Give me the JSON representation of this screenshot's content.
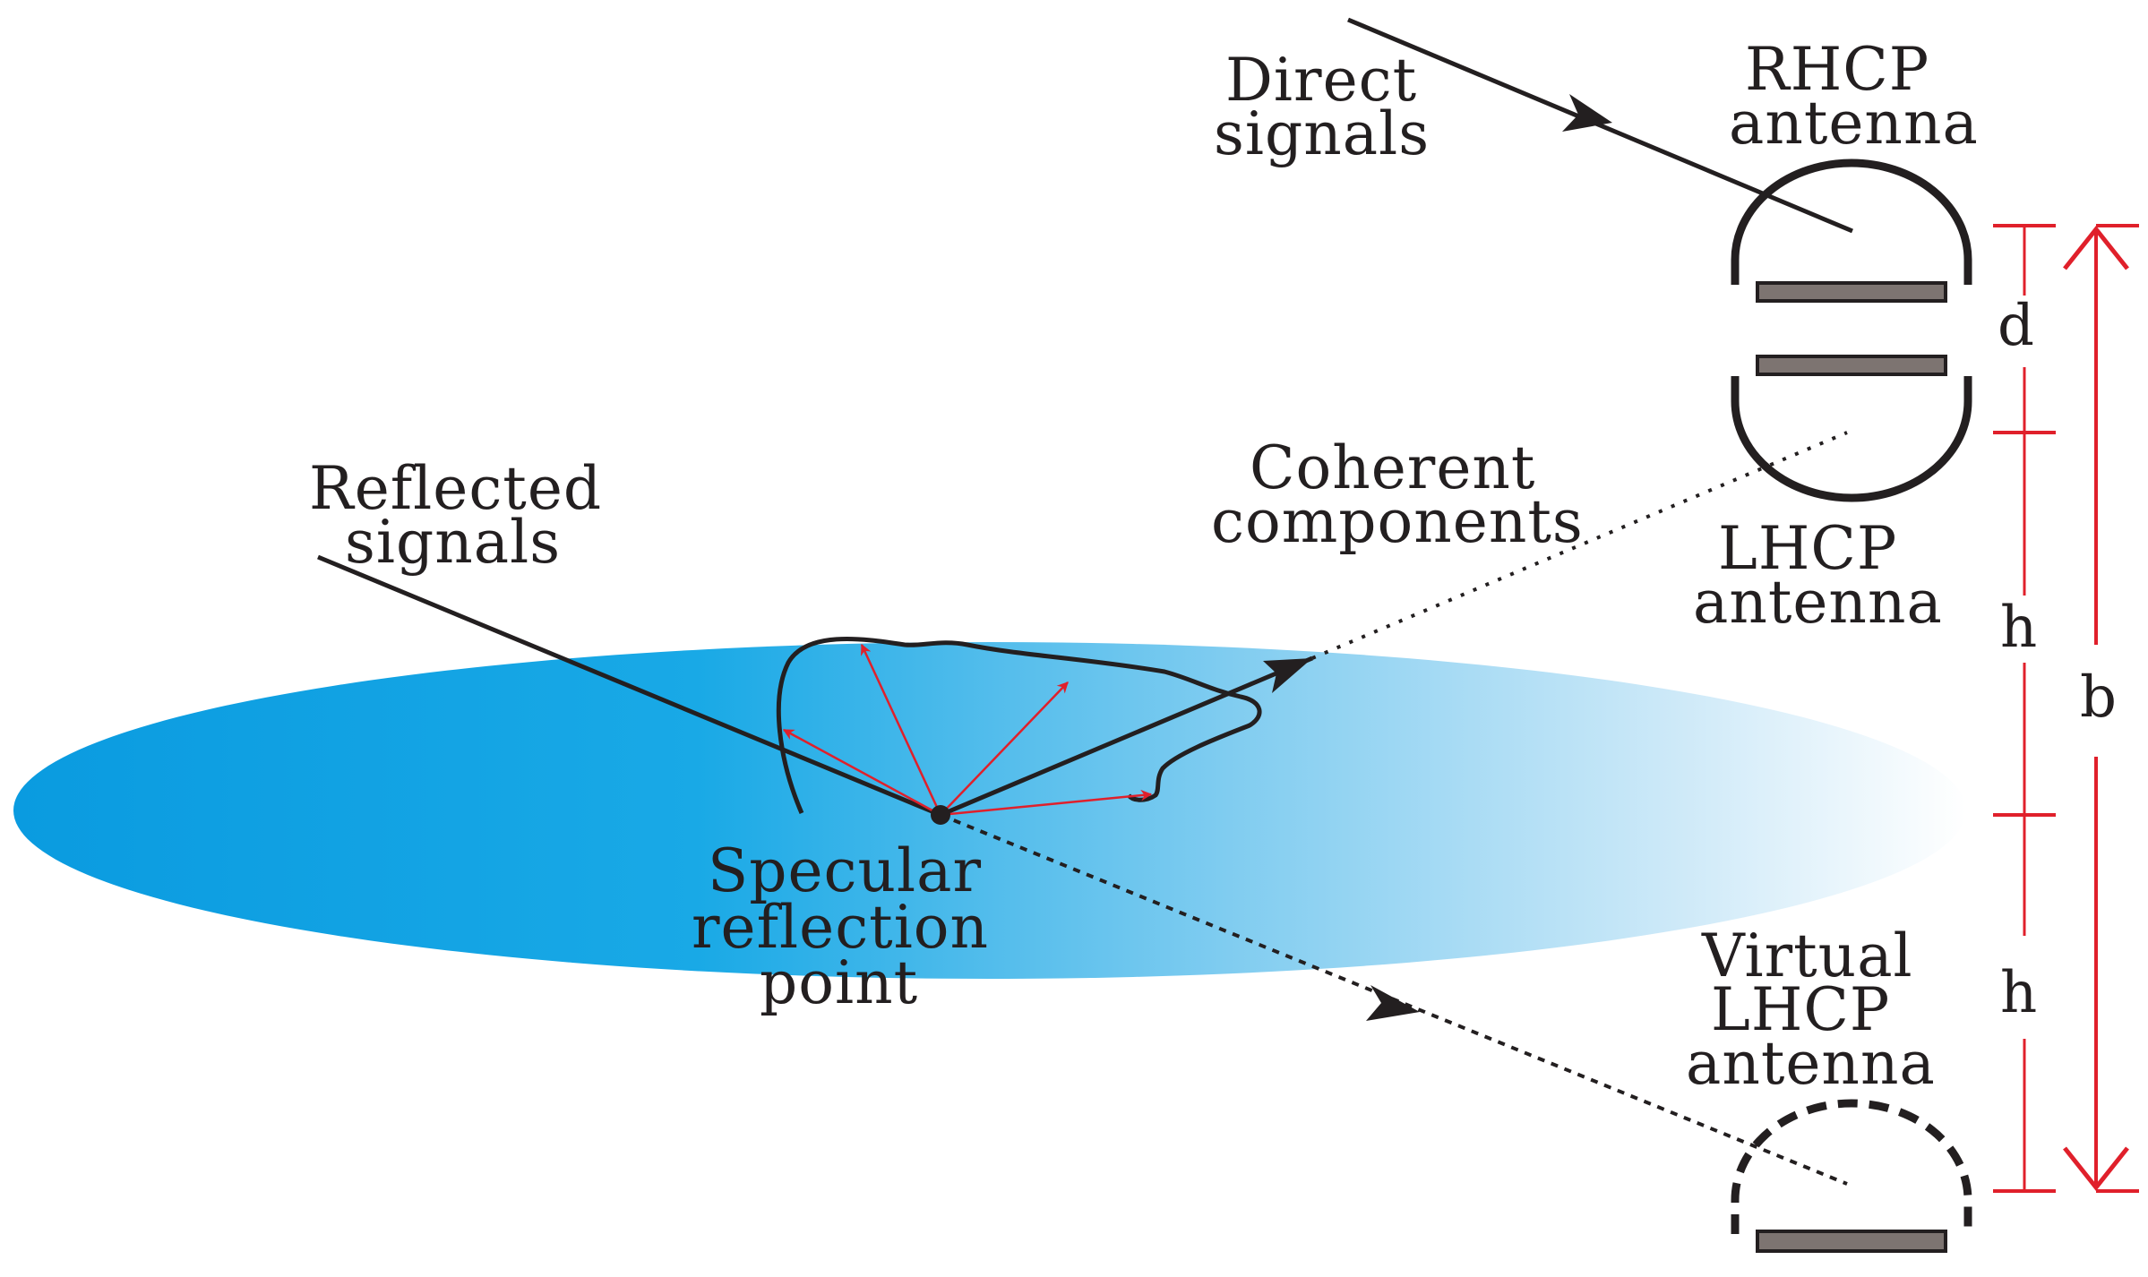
{
  "labels": {
    "direct_signals": [
      "Direct",
      "signals"
    ],
    "rhcp_antenna": [
      "RHCP",
      "antenna"
    ],
    "lhcp_antenna": [
      "LHCP",
      "antenna"
    ],
    "reflected_signals": [
      "Reflected",
      "signals"
    ],
    "coherent_components": [
      "Coherent",
      "components"
    ],
    "specular_reflection_point": [
      "Specular",
      "reflection",
      "point"
    ],
    "virtual_lhcp_antenna": [
      "Virtual",
      "LHCP",
      "antenna"
    ]
  },
  "dimensions": {
    "d": "d",
    "h_upper": "h",
    "h_lower": "h",
    "b": "b"
  },
  "colors": {
    "line": "#231f20",
    "dimension_red": "#e0202b",
    "scatter_red": "#e0202b",
    "plate_gray": "#7d7471",
    "surface_dark": "#0a9be0",
    "surface_light": "#ffffff"
  }
}
